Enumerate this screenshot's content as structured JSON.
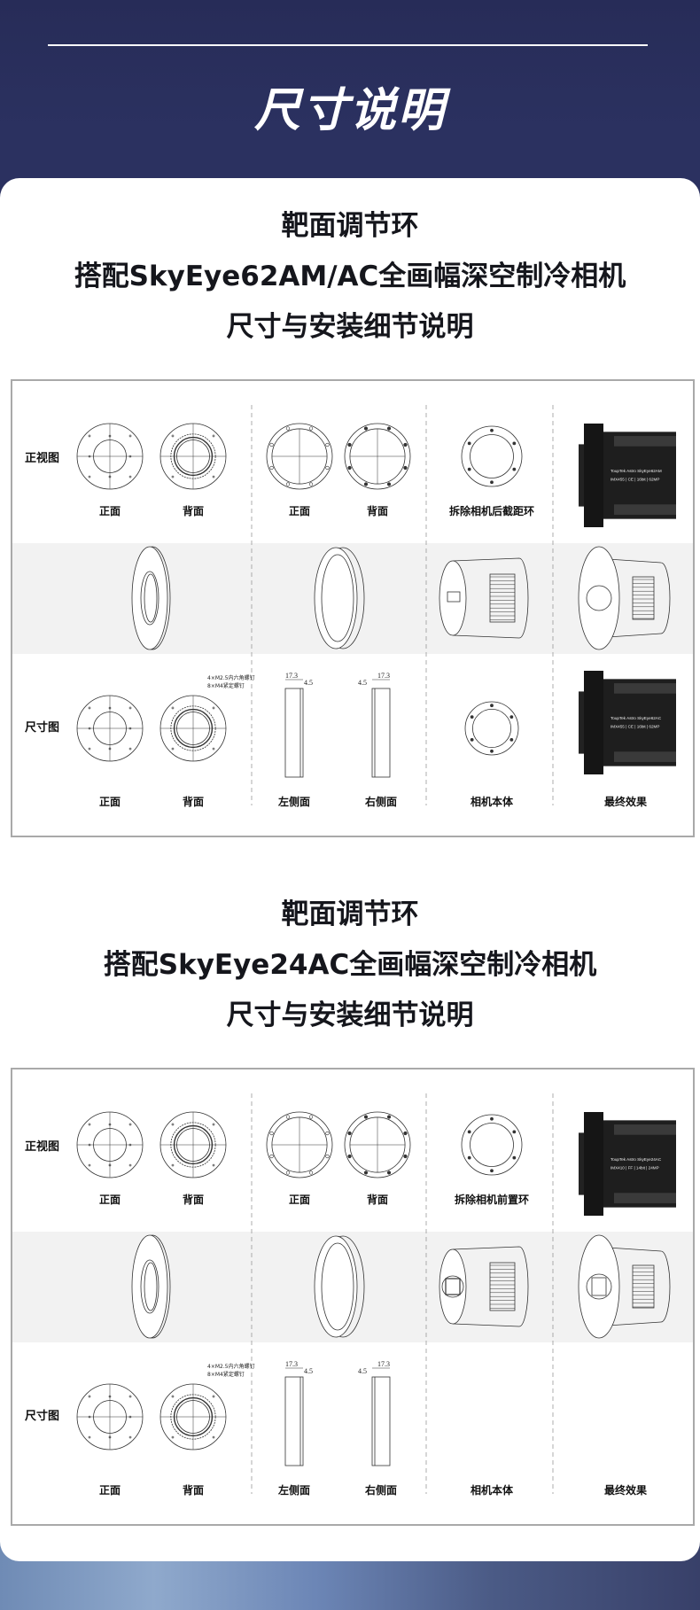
{
  "header": {
    "title": "尺寸说明"
  },
  "colors": {
    "background": "#2a2f5a",
    "card": "#ffffff",
    "band": "#f2f2f2",
    "frame": "#a9a9a9",
    "heading": "#15161c"
  },
  "sections": [
    {
      "title_lines": [
        "靶面调节环",
        "搭配SkyEye62AM/AC全画幅深空制冷相机",
        "尺寸与安装细节说明"
      ],
      "row_labels": {
        "front_view": "正视图",
        "dimension": "尺寸图"
      },
      "row1_captions": [
        "正面",
        "背面",
        "正面",
        "背面",
        "拆除相机后截距环"
      ],
      "row3_captions": [
        "正面",
        "背面",
        "左侧面",
        "右侧面",
        "相机本体",
        "最终效果"
      ],
      "dimensions": {
        "left_width": "17.3",
        "left_lip": "4.5",
        "right_lip": "4.5",
        "right_width": "17.3"
      },
      "annotations": [
        "4×M2.5内六角螺钉",
        "8×M4紧定螺钉"
      ],
      "camera_top": {
        "brand": "ToupTek Astro SkyEye62AM",
        "spec": "IMX455 | CE | 16bit | 62MP"
      },
      "camera_bottom": {
        "brand": "ToupTek Astro SkyEye62AC",
        "spec": "IMX455 | CE | 16bit | 62MP"
      },
      "has_bottom_drawings": true
    },
    {
      "title_lines": [
        "靶面调节环",
        "搭配SkyEye24AC全画幅深空制冷相机",
        "尺寸与安装细节说明"
      ],
      "row_labels": {
        "front_view": "正视图",
        "dimension": "尺寸图"
      },
      "row1_captions": [
        "正面",
        "背面",
        "正面",
        "背面",
        "拆除相机前置环"
      ],
      "row3_captions": [
        "正面",
        "背面",
        "左侧面",
        "右侧面",
        "相机本体",
        "最终效果"
      ],
      "dimensions": {
        "left_width": "17.3",
        "left_lip": "4.5",
        "right_lip": "4.5",
        "right_width": "17.3"
      },
      "annotations": [
        "4×M2.5内六角螺钉",
        "8×M4紧定螺钉"
      ],
      "camera_top": {
        "brand": "ToupTek Astro SkyEye24AC",
        "spec": "IMX410 | FF | 14bit | 24MP"
      },
      "has_bottom_drawings": false
    }
  ]
}
